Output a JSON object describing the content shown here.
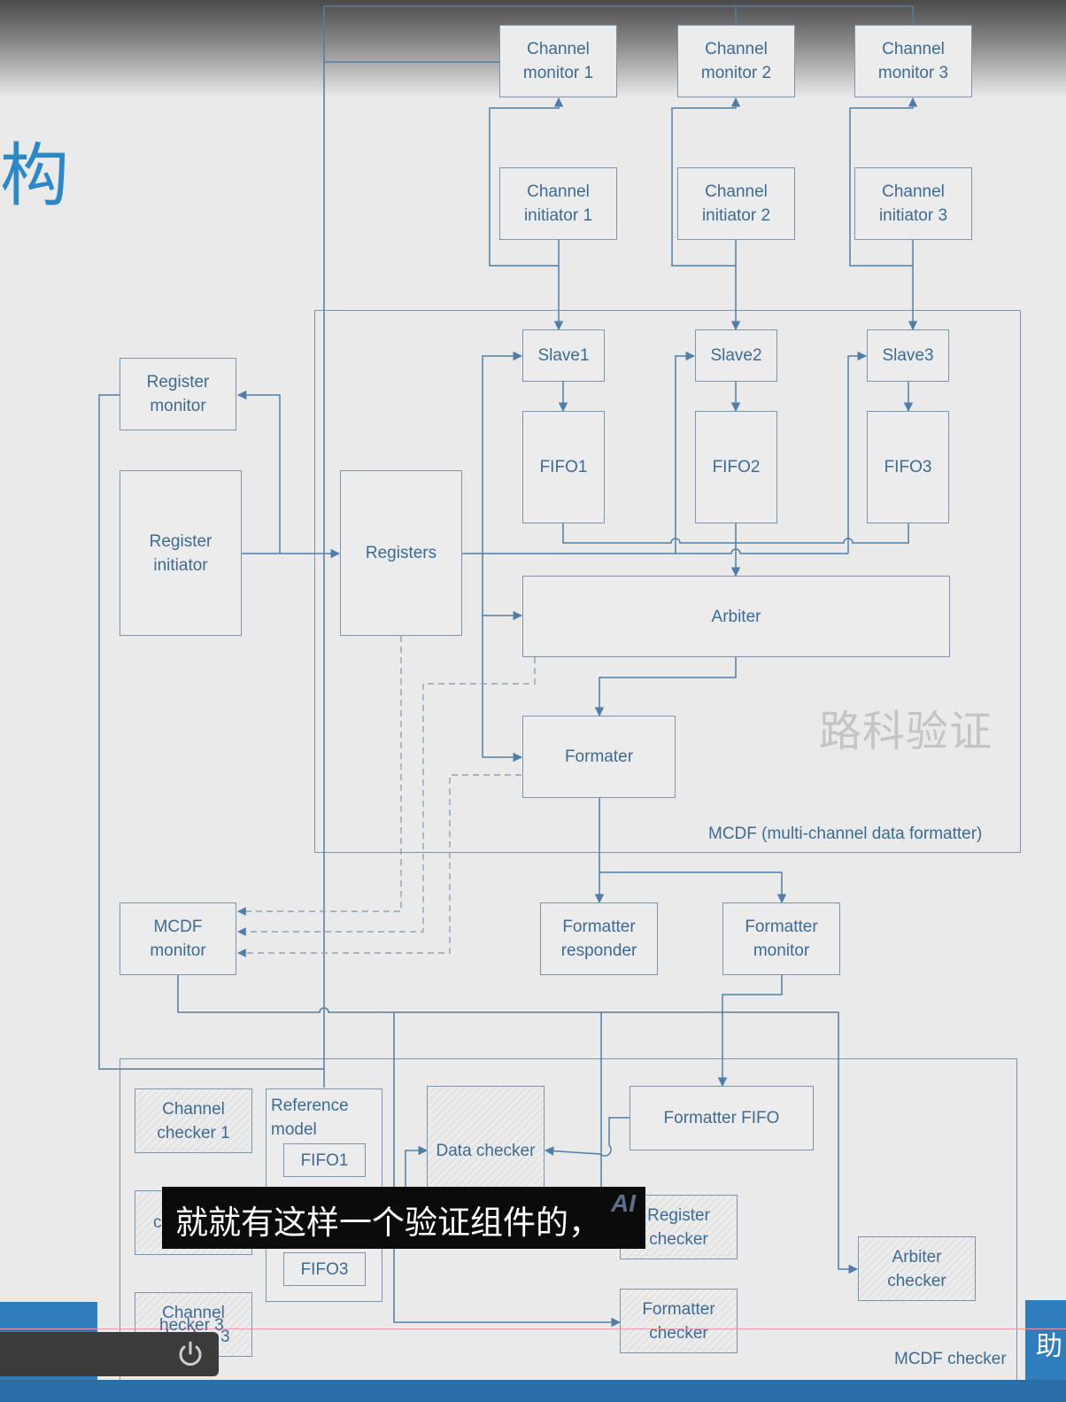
{
  "title_char": "构",
  "watermark": "路科验证",
  "subtitle": "就就有这样一个验证组件的，",
  "ai_badge": "AI",
  "edge_char": "助",
  "colors": {
    "wire": "#4f7ea8",
    "box_border": "#7c95ac",
    "text": "#3d6b94",
    "accent": "#2f7dbd"
  },
  "icons": [
    "power-icon"
  ],
  "regions": {
    "mcdf_label": "MCDF (multi-channel data formatter)",
    "checker_label": "MCDF checker"
  },
  "channel_monitors": [
    "Channel\nmonitor 1",
    "Channel\nmonitor 2",
    "Channel\nmonitor 3"
  ],
  "channel_initiators": [
    "Channel\ninitiator 1",
    "Channel\ninitiator 2",
    "Channel\ninitiator 3"
  ],
  "slaves": [
    "Slave1",
    "Slave2",
    "Slave3"
  ],
  "fifos": [
    "FIFO1",
    "FIFO2",
    "FIFO3"
  ],
  "register_monitor": "Register\nmonitor",
  "register_initiator": "Register\ninitiator",
  "registers": "Registers",
  "arbiter": "Arbiter",
  "formater": "Formater",
  "mcdf_monitor": "MCDF\nmonitor",
  "formatter_responder": "Formatter\nresponder",
  "formatter_monitor": "Formatter\nmonitor",
  "checker": {
    "channel_checkers": [
      "Channel\nchecker 1",
      "Channel\nchecker 2",
      "Channel\nchecker 3"
    ],
    "channel_checker_fragments": [
      "c",
      "hecker 3"
    ],
    "reference_model": "Reference\nmodel",
    "ref_fifos": [
      "FIFO1",
      "FIFO3"
    ],
    "data_checker": "Data checker",
    "formatter_fifo": "Formatter FIFO",
    "register_checker": "Register\nchecker",
    "arbiter_checker": "Arbiter\nchecker",
    "formatter_checker": "Formatter\nchecker"
  }
}
